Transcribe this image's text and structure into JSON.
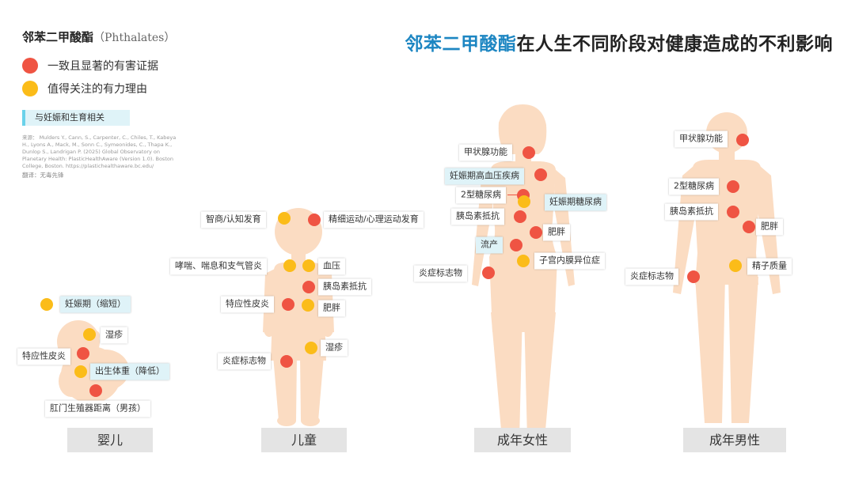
{
  "legend": {
    "title": "邻苯二甲酸酯",
    "title_latin": "（Phthalates）",
    "strong": "一致且显著的有害证据",
    "moderate": "值得关注的有力理由",
    "pregnancy": "与妊娠和生育相关",
    "source": "来源： Mulders Y., Cann, S., Carpenter, C., Chiles, T., Kabeya H., Lyons A., Mack, M., Sonn C., Symeonides, C., Thapa K., Dunlop S., Landrigan P. (2025) Global Observatory on Planetary Health: PlasticHealthAware (Version 1.0). Boston College, Boston. https://plastichealthaware.bc.edu/",
    "translator": "翻译：无毒先锋"
  },
  "title": {
    "highlight": "邻苯二甲酸酯",
    "rest": "在人生不同阶段对健康造成的不利影响"
  },
  "colors": {
    "strong": "#ef5443",
    "moderate": "#fbbc19",
    "pregnancy_bg": "#dff3f8",
    "pregnancy_bar": "#6ad2ea",
    "body": "#fbdcc2",
    "title_accent": "#1d86c2"
  },
  "stages": {
    "infant": "婴儿",
    "child": "儿童",
    "woman": "成年女性",
    "man": "成年男性"
  },
  "infant": [
    {
      "label": "妊娠期（缩短）",
      "evidence": "moderate",
      "pregnancy": true
    },
    {
      "label": "湿疹",
      "evidence": "moderate"
    },
    {
      "label": "特应性皮炎",
      "evidence": "strong"
    },
    {
      "label": "出生体重（降低）",
      "evidence": "moderate",
      "pregnancy": true
    },
    {
      "label": "肛门生殖器距离（男孩）",
      "evidence": "strong"
    }
  ],
  "child": [
    {
      "label": "智商/认知发育",
      "evidence": "moderate"
    },
    {
      "label": "精细运动/心理运动发育",
      "evidence": "strong"
    },
    {
      "label": "哮喘、喘息和支气管炎",
      "evidence": "moderate"
    },
    {
      "label": "血压",
      "evidence": "moderate"
    },
    {
      "label": "胰岛素抵抗",
      "evidence": "strong"
    },
    {
      "label": "特应性皮炎",
      "evidence": "strong"
    },
    {
      "label": "肥胖",
      "evidence": "moderate"
    },
    {
      "label": "湿疹",
      "evidence": "moderate"
    },
    {
      "label": "炎症标志物",
      "evidence": "strong"
    }
  ],
  "woman": [
    {
      "label": "甲状腺功能",
      "evidence": "strong"
    },
    {
      "label": "妊娠期高血压疾病",
      "evidence": "strong",
      "pregnancy": true
    },
    {
      "label": "2型糖尿病",
      "evidence": "strong"
    },
    {
      "label": "妊娠期糖尿病",
      "evidence": "moderate",
      "pregnancy": true
    },
    {
      "label": "胰岛素抵抗",
      "evidence": "strong"
    },
    {
      "label": "肥胖",
      "evidence": "strong"
    },
    {
      "label": "流产",
      "evidence": "strong",
      "pregnancy": true
    },
    {
      "label": "子宫内膜异位症",
      "evidence": "moderate"
    },
    {
      "label": "炎症标志物",
      "evidence": "strong"
    }
  ],
  "man": [
    {
      "label": "甲状腺功能",
      "evidence": "strong"
    },
    {
      "label": "2型糖尿病",
      "evidence": "strong"
    },
    {
      "label": "胰岛素抵抗",
      "evidence": "strong"
    },
    {
      "label": "肥胖",
      "evidence": "strong"
    },
    {
      "label": "精子质量",
      "evidence": "moderate"
    },
    {
      "label": "炎症标志物",
      "evidence": "strong"
    }
  ]
}
